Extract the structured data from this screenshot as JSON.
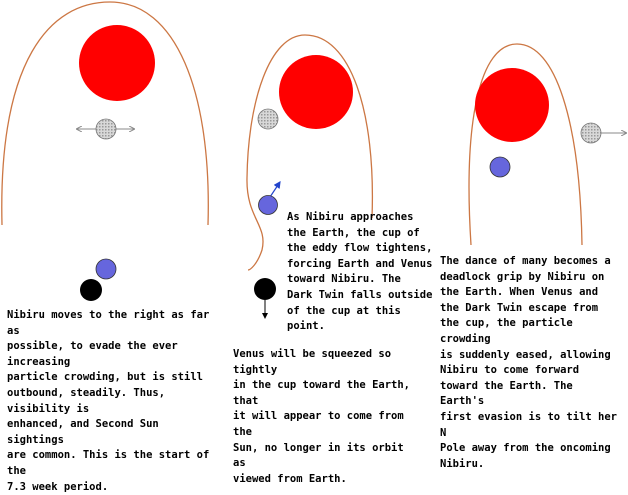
{
  "colors": {
    "sun": "#ff0000",
    "venus": "#6666dd",
    "nibiru": "#bbbbbb",
    "dark_twin": "#000000",
    "curve": "#cc7744",
    "arrow_blue": "#2244cc",
    "arrow_gray": "#888888"
  },
  "panels": [
    {
      "caption": "Nibiru moves to the right as far as\npossible, to evade the ever increasing\nparticle crowding, but is still\noutbound, steadily. Thus, visibility is\nenhanced, and Second Sun sightings\nare common. This is the start of the\n7.3 week period."
    },
    {
      "caption_top": "As Nibiru approaches\nthe Earth, the cup of\nthe eddy flow tightens,\nforcing Earth and Venus\ntoward Nibiru. The\nDark Twin falls outside\nof the cup at this\npoint.",
      "caption_bottom": "Venus will be squeezed so tightly\nin the cup toward the Earth, that\nit will appear to come from the\nSun, no longer in its orbit as\nviewed from Earth."
    },
    {
      "caption": "The dance of many becomes a\ndeadlock grip by Nibiru on\nthe Earth. When Venus and\nthe Dark Twin escape from\nthe cup, the particle crowding\nis suddenly eased, allowing\nNibiru to come forward\ntoward the Earth. The Earth's\nfirst evasion is to tilt her N\nPole away from the oncoming\nNibiru."
    }
  ]
}
